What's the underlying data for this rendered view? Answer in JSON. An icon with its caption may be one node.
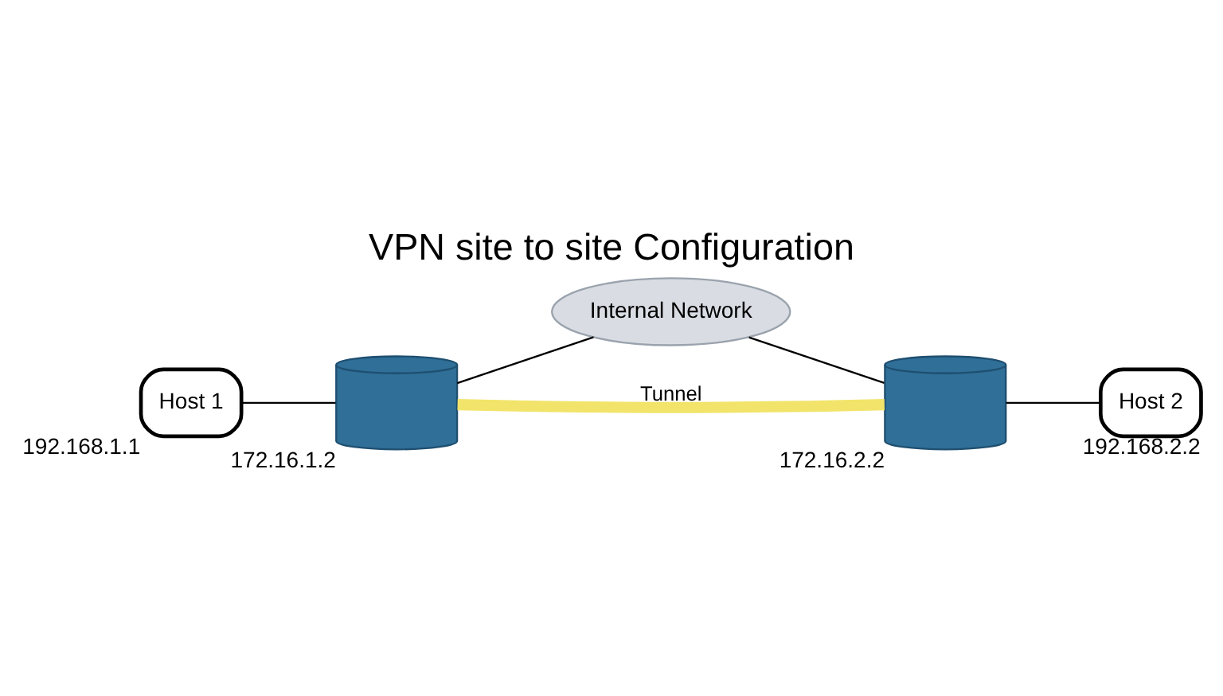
{
  "diagram": {
    "title": "VPN site to site Configuration",
    "nodes": [
      {
        "text": [
          "Host 1"
        ],
        "beside": [
          "192.168.1.1"
        ]
      },
      {
        "text": [],
        "shape": "cylinder",
        "beside": [
          "172.16.1.2"
        ]
      },
      {
        "text": [
          "Internal Network"
        ]
      },
      {
        "text": [],
        "shape": "cylinder",
        "beside": [
          "172.16.2.2"
        ]
      },
      {
        "text": [
          "Host 2"
        ],
        "beside": [
          "192.168.2.2"
        ]
      }
    ],
    "edges": [
      {
        "from": 0,
        "to": 1,
        "arrow": "none"
      },
      {
        "from": 1,
        "to": 2,
        "arrow": "none"
      },
      {
        "from": 2,
        "to": 3,
        "arrow": "none"
      },
      {
        "from": 1,
        "to": 3,
        "arrow": "none",
        "label": "Tunnel",
        "style": "thick",
        "color": "#f2e46a"
      },
      {
        "from": 3,
        "to": 4,
        "arrow": "none"
      }
    ]
  }
}
